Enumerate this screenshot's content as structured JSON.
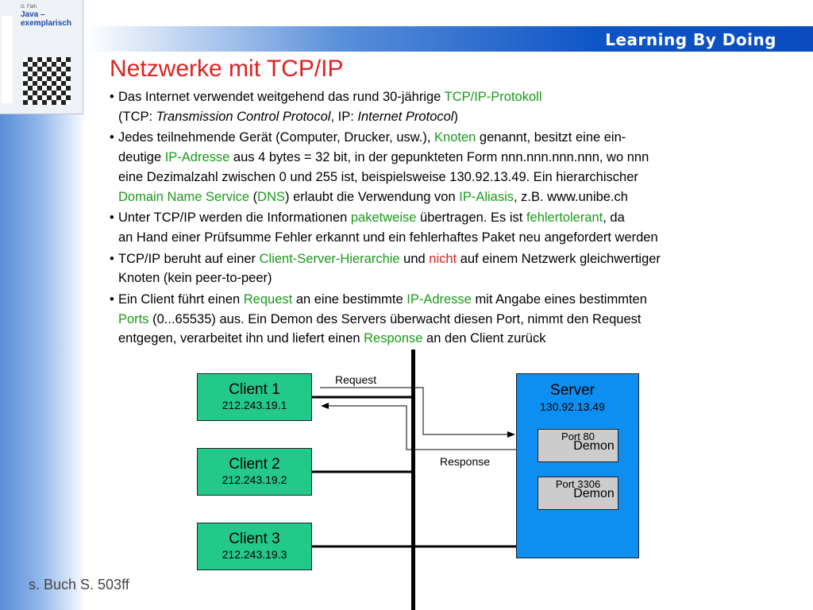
{
  "header": {
    "banner_title": "Learning By Doing"
  },
  "book_cover": {
    "tag": "G. Fäth",
    "title": "Java – exemplarisch"
  },
  "slide": {
    "title": "Netzwerke mit TCP/IP",
    "bullets": [
      {
        "segments": [
          {
            "text": "Das Internet verwendet weitgehend das rund 30-jährige "
          },
          {
            "text": "TCP/IP-Protokoll",
            "style": "g"
          },
          {
            "text": "",
            "br": true
          },
          {
            "text": "(TCP: "
          },
          {
            "text": "Transmission Control Protocol",
            "style": "i"
          },
          {
            "text": ", IP: "
          },
          {
            "text": "Internet Protocol",
            "style": "i"
          },
          {
            "text": ")"
          }
        ]
      },
      {
        "segments": [
          {
            "text": "Jedes teilnehmende Gerät (Computer, Drucker, usw.), "
          },
          {
            "text": "Knoten",
            "style": "g"
          },
          {
            "text": " genannt, besitzt eine ein-"
          },
          {
            "text": "",
            "br": true
          },
          {
            "text": "deutige "
          },
          {
            "text": "IP-Adresse",
            "style": "g"
          },
          {
            "text": " aus 4 bytes = 32 bit, in der gepunkteten Form nnn.nnn.nnn.nnn, wo nnn"
          },
          {
            "text": "",
            "br": true
          },
          {
            "text": "eine Dezimalzahl zwischen 0 und 255 ist, beispielsweise 130.92.13.49. Ein hierarchischer"
          },
          {
            "text": "",
            "br": true
          },
          {
            "text": "Domain Name Service",
            "style": "g"
          },
          {
            "text": " ("
          },
          {
            "text": "DNS",
            "style": "g"
          },
          {
            "text": ") erlaubt die Verwendung von "
          },
          {
            "text": "IP-Aliasis",
            "style": "g"
          },
          {
            "text": ", z.B. www.unibe.ch"
          }
        ]
      },
      {
        "segments": [
          {
            "text": "Unter TCP/IP werden die Informationen "
          },
          {
            "text": "paketweise",
            "style": "g"
          },
          {
            "text": " übertragen. Es ist "
          },
          {
            "text": "fehlertolerant",
            "style": "g"
          },
          {
            "text": ", da"
          },
          {
            "text": "",
            "br": true
          },
          {
            "text": "an Hand einer Prüfsumme Fehler erkannt und ein fehlerhaftes Paket neu angefordert werden"
          }
        ]
      },
      {
        "segments": [
          {
            "text": "TCP/IP beruht auf einer "
          },
          {
            "text": "Client-Server-Hierarchie",
            "style": "g"
          },
          {
            "text": " und "
          },
          {
            "text": "nicht",
            "style": "r"
          },
          {
            "text": " auf einem Netzwerk gleichwertiger"
          },
          {
            "text": "",
            "br": true
          },
          {
            "text": "Knoten (kein peer-to-peer)"
          }
        ]
      },
      {
        "segments": [
          {
            "text": "Ein Client führt einen "
          },
          {
            "text": "Request",
            "style": "g"
          },
          {
            "text": " an eine bestimmte "
          },
          {
            "text": "IP-Adresse",
            "style": "g"
          },
          {
            "text": " mit Angabe eines bestimmten"
          },
          {
            "text": "",
            "br": true
          },
          {
            "text": "Ports",
            "style": "g"
          },
          {
            "text": " (0...65535) aus. Ein Demon des Servers überwacht diesen Port, nimmt den Request"
          },
          {
            "text": "",
            "br": true
          },
          {
            "text": "entgegen, verarbeitet ihn und liefert einen "
          },
          {
            "text": "Response",
            "style": "g"
          },
          {
            "text": " an den Client zurück"
          }
        ]
      }
    ]
  },
  "diagram": {
    "clients": [
      {
        "name": "Client 1",
        "ip": "212.243.19.1"
      },
      {
        "name": "Client 2",
        "ip": "212.243.19.2"
      },
      {
        "name": "Client 3",
        "ip": "212.243.19.3"
      }
    ],
    "server": {
      "name": "Server",
      "ip": "130.92.13.49"
    },
    "demons": [
      {
        "name": "Demon",
        "port": "Port 80"
      },
      {
        "name": "Demon",
        "port": "Port 3306"
      }
    ],
    "request_label": "Request",
    "response_label": "Response"
  },
  "footer": {
    "reference": "s. Buch S. 503ff"
  },
  "colors": {
    "title_red": "#e0211f",
    "highlight_green": "#1a9a1a",
    "client_green": "#22c98a",
    "server_blue": "#0d8ff2",
    "banner_blue": "#0a4cc0",
    "demon_gray": "#cccccc"
  }
}
